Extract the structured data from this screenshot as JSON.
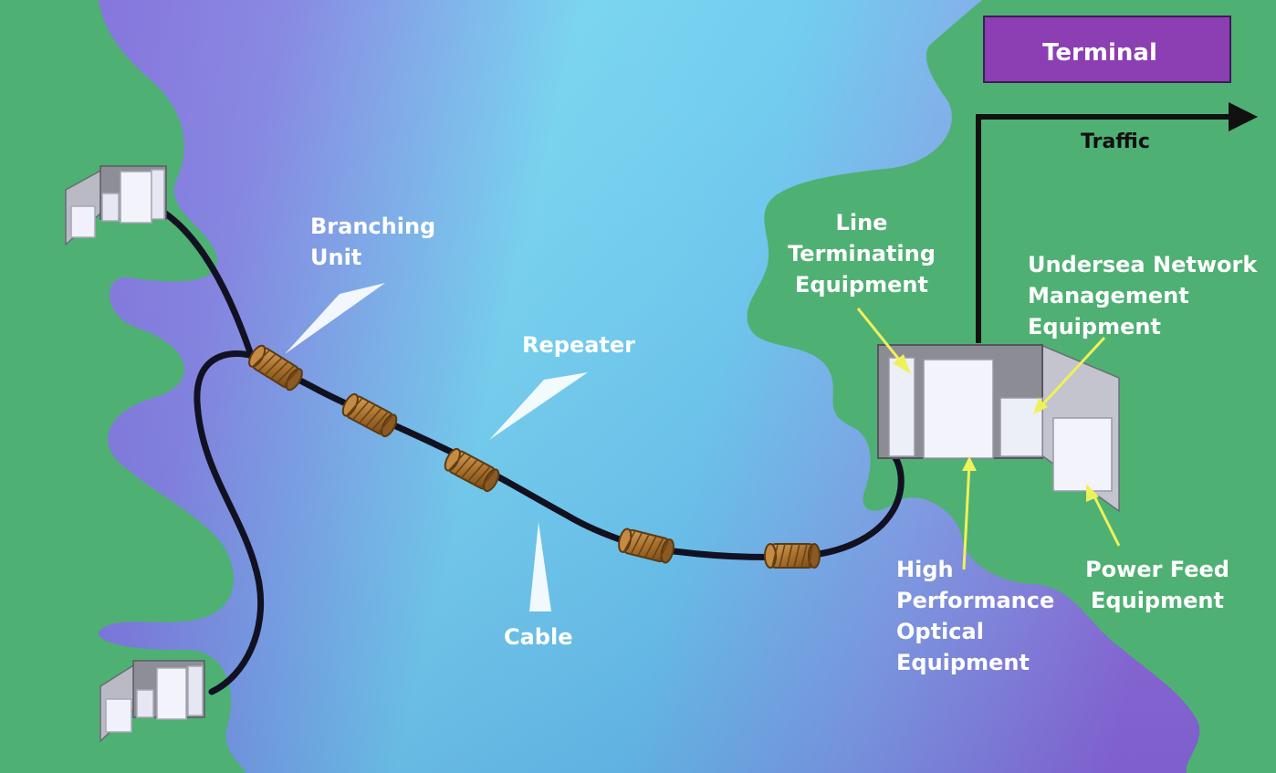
{
  "terminal": {
    "title": "Terminal"
  },
  "traffic": {
    "label": "Traffic"
  },
  "labels": {
    "branching_unit": [
      "Branching",
      "Unit"
    ],
    "repeater": [
      "Repeater"
    ],
    "cable": [
      "Cable"
    ],
    "line_terminating": [
      "Line",
      "Terminating",
      "Equipment"
    ],
    "undersea_nm": [
      "Undersea Network",
      "Management",
      "Equipment"
    ],
    "high_performance": [
      "High",
      "Performance",
      "Optical",
      "Equipment"
    ],
    "power_feed": [
      "Power Feed",
      "Equipment"
    ]
  },
  "colors": {
    "land": "#4fb073",
    "water_deep": "#7d67d8",
    "water_light": "#6fd0ee",
    "terminal_box": "#8b3fb2",
    "repeater": "#a06a2c",
    "cable": "#111122",
    "pointer_white": "#ffffff",
    "pointer_yellow": "#eef25a"
  }
}
